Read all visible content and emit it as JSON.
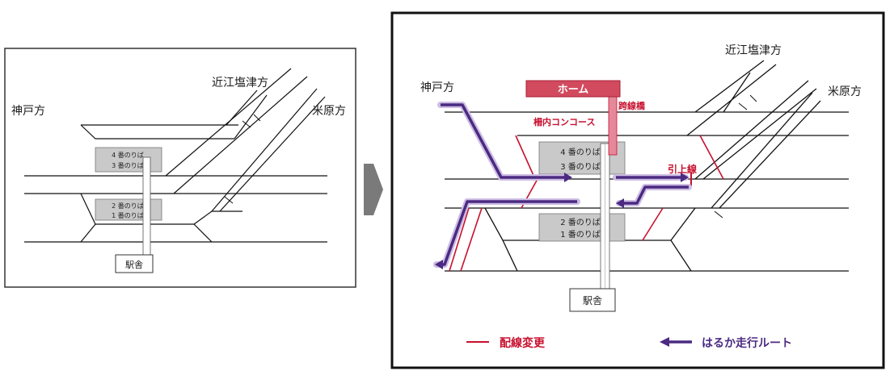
{
  "left": {
    "kobe_dir": "神戸方",
    "oumi_dir": "近江塩津方",
    "maibara_dir": "米原方",
    "platform_upper": [
      "4 番のりば",
      "3 番のりば"
    ],
    "platform_lower": [
      "2 番のりば",
      "1 番のりば"
    ],
    "station_building": "駅舎"
  },
  "right": {
    "kobe_dir": "神戸方",
    "oumi_dir": "近江塩津方",
    "maibara_dir": "米原方",
    "home_label": "ホーム",
    "bridge_label": "跨線橋",
    "concourse_label": "柵内コンコース",
    "siding_label": "引上線",
    "platform_upper": [
      "4 番のりば",
      "3 番のりば"
    ],
    "platform_lower": [
      "2 番のりば",
      "1 番のりば"
    ],
    "station_building": "駅舎"
  },
  "legend": {
    "wiring_change": "配線変更",
    "haruka_route": "はるか走行ルート"
  },
  "colors": {
    "wiring_red": "#c8102e",
    "route_purple": "#4b2a82",
    "route_glow": "#cdbde3",
    "home_fill": "#d24a5e",
    "platform_gray": "#c9c9c9"
  }
}
